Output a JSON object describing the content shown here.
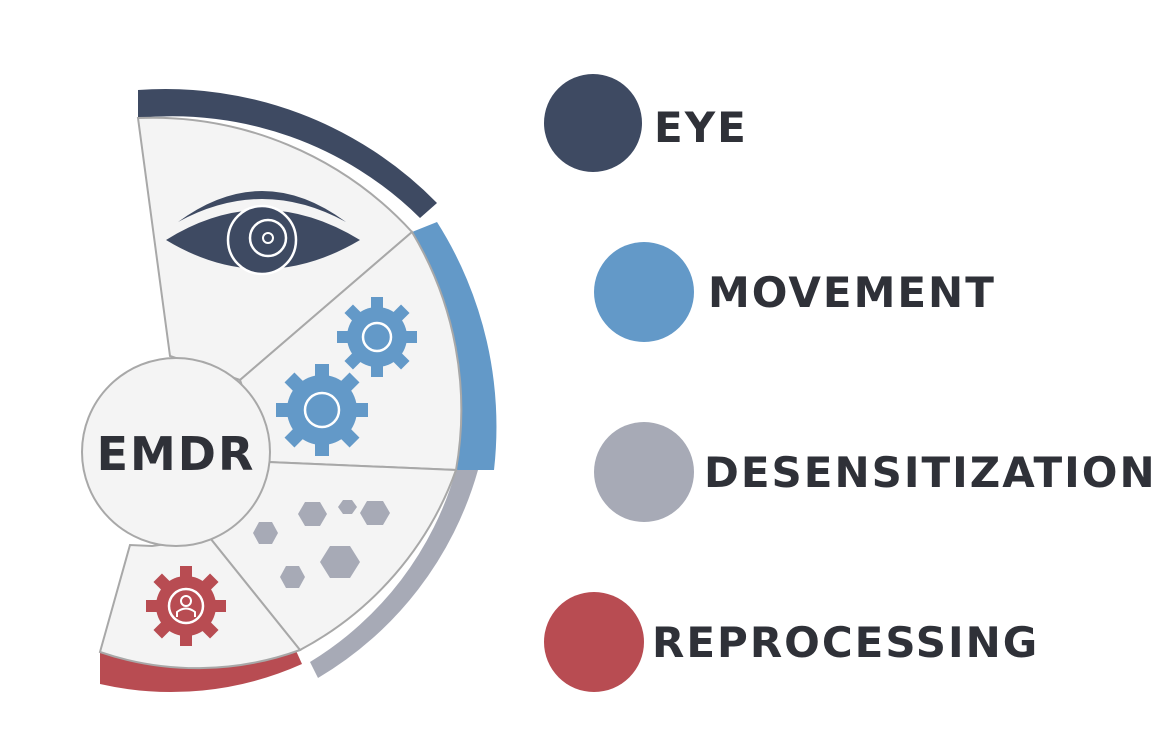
{
  "center_label": "EMDR",
  "colors": {
    "eye": "#3e4a62",
    "movement": "#6399c8",
    "desensitization": "#a7aab6",
    "reprocessing": "#b84c52",
    "panel": "#f4f4f4",
    "panel_stroke": "#a8a8a8",
    "text": "#2f3138"
  },
  "icons": {
    "eye": "eye-icon",
    "movement": "gears-icon",
    "desensitization": "hexagons-icon",
    "reprocessing": "person-gear-icon"
  },
  "legend": [
    {
      "key": "eye",
      "label": "EYE"
    },
    {
      "key": "movement",
      "label": "MOVEMENT"
    },
    {
      "key": "desensitization",
      "label": "DESENSITIZATION"
    },
    {
      "key": "reprocessing",
      "label": "REPROCESSING"
    }
  ]
}
